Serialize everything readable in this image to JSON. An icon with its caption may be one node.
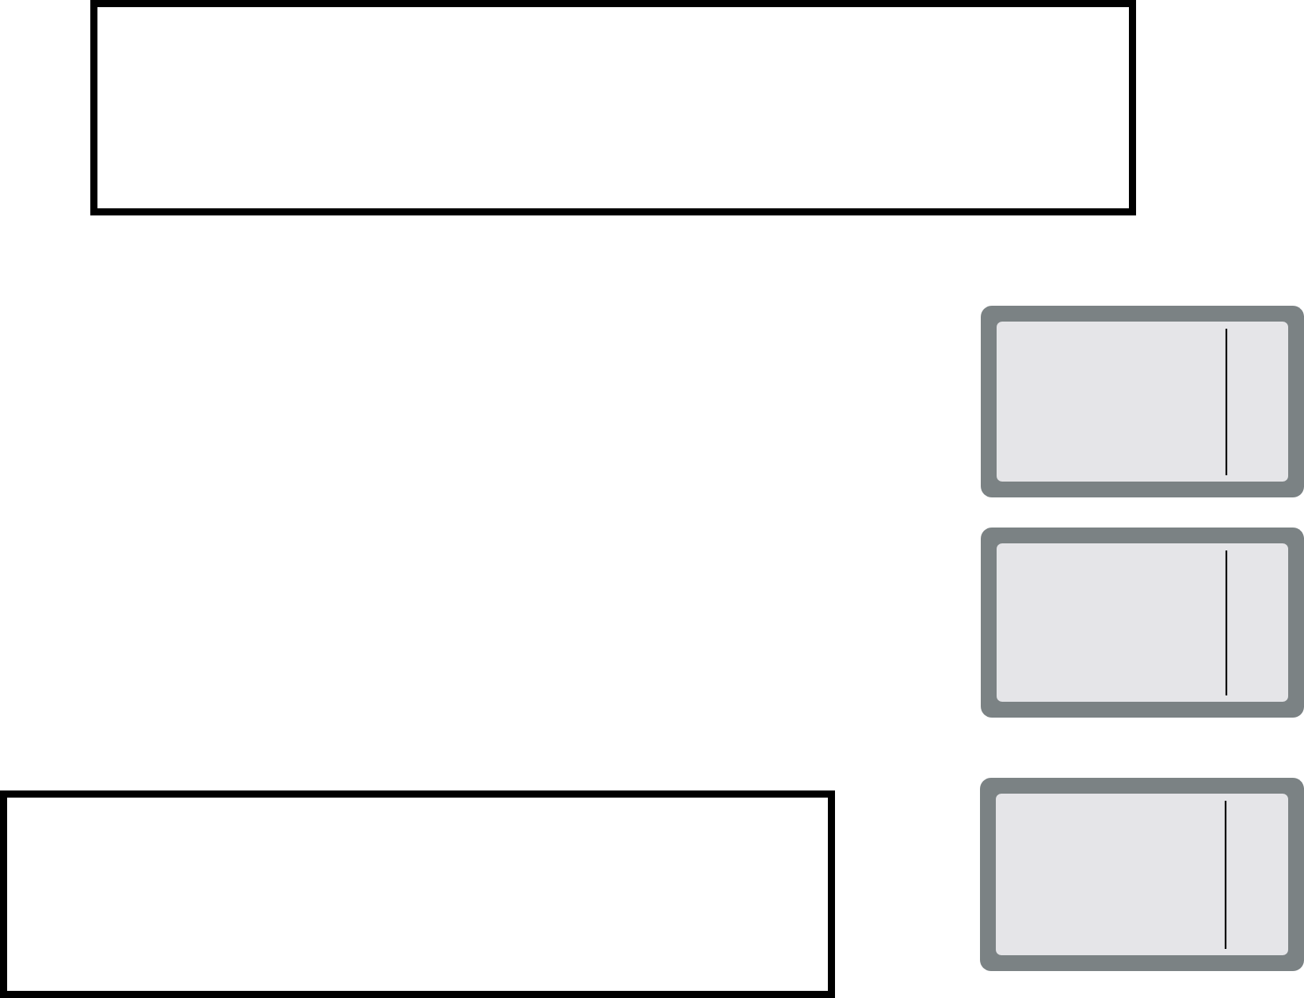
{
  "diagram": {
    "nodes": [
      {
        "text": [],
        "shape": "box"
      },
      {
        "text": [],
        "shape": "panel"
      },
      {
        "text": [],
        "shape": "panel"
      },
      {
        "text": [],
        "shape": "box"
      },
      {
        "text": [],
        "shape": "panel"
      }
    ]
  }
}
